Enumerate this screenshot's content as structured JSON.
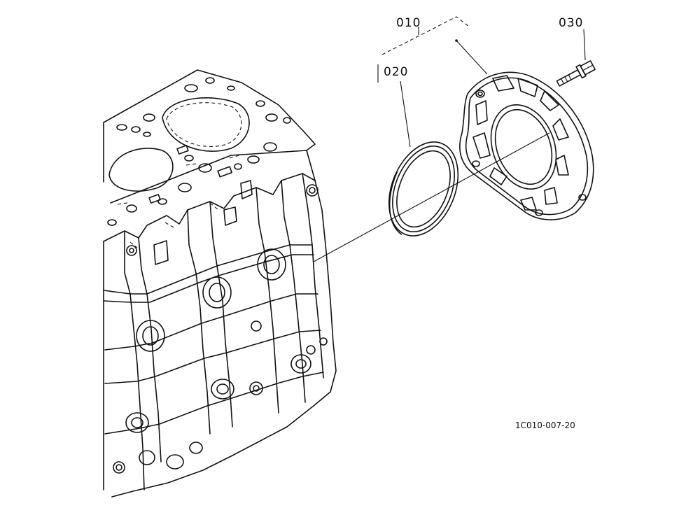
{
  "diagram": {
    "callouts": {
      "part_010": "010",
      "part_020": "020",
      "part_030": "030"
    },
    "figure_id": "1C010-007-20"
  }
}
